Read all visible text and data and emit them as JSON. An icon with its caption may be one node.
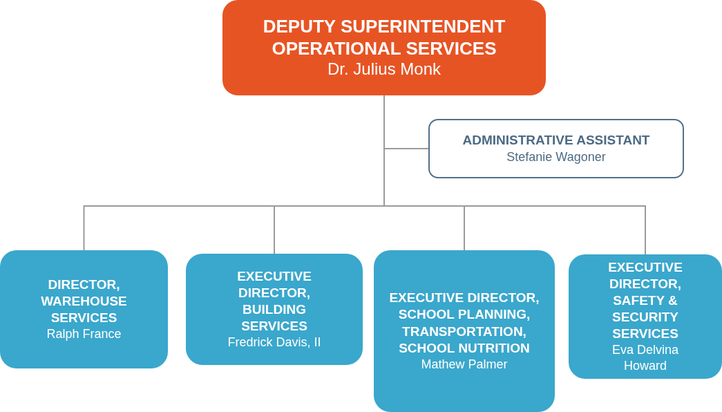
{
  "diagram": {
    "nodes": [
      {
        "text": [
          "DEPUTY SUPERINTENDENT OPERATIONAL SERVICES",
          "Dr. Julius Monk"
        ]
      },
      {
        "text": [
          "ADMINISTRATIVE ASSISTANT",
          "Stefanie Wagoner"
        ]
      },
      {
        "text": [
          "DIRECTOR, WAREHOUSE SERVICES",
          "Ralph France"
        ]
      },
      {
        "text": [
          "EXECUTIVE DIRECTOR, BUILDING SERVICES",
          "Fredrick Davis, II"
        ]
      },
      {
        "text": [
          "EXECUTIVE DIRECTOR, SCHOOL PLANNING, TRANSPORTATION, SCHOOL NUTRITION",
          "Mathew Palmer"
        ]
      },
      {
        "text": [
          "EXECUTIVE DIRECTOR, SAFETY & SECURITY SERVICES",
          "Eva Delvina Howard"
        ]
      }
    ],
    "edges": [
      {
        "from": 0,
        "to": 1,
        "arrow": "none"
      },
      {
        "from": 0,
        "to": 2,
        "arrow": "none"
      },
      {
        "from": 0,
        "to": 3,
        "arrow": "none"
      },
      {
        "from": 0,
        "to": 4,
        "arrow": "none"
      },
      {
        "from": 0,
        "to": 5,
        "arrow": "none"
      }
    ]
  }
}
